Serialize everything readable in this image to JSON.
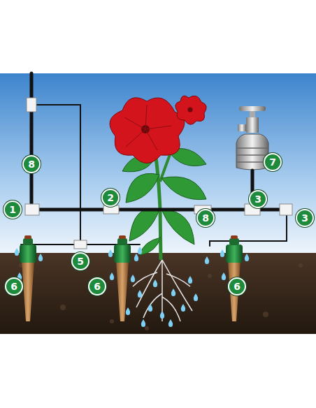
{
  "diagram": {
    "labels": [
      "8",
      "7",
      "1",
      "2",
      "3",
      "8",
      "3",
      "5",
      "6",
      "6",
      "6"
    ]
  }
}
